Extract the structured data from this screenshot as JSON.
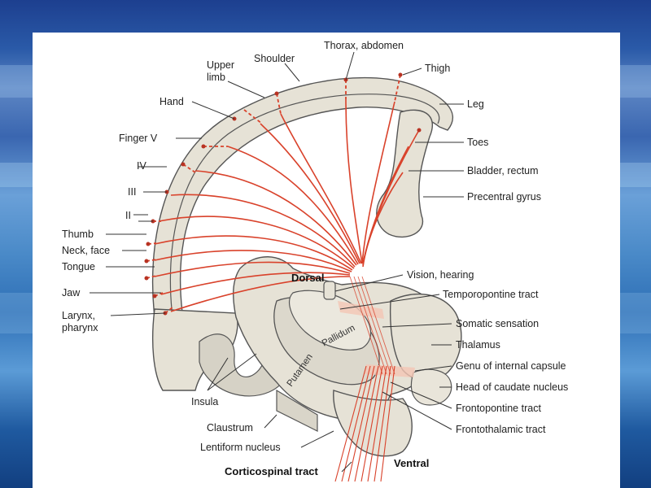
{
  "labels_left": {
    "hand": "Hand",
    "upper_limb": [
      "Upper",
      "limb"
    ],
    "shoulder": "Shoulder",
    "finger_v": "Finger V",
    "iv": "IV",
    "iii": "III",
    "ii": "II",
    "thumb": "Thumb",
    "neck_face": "Neck, face",
    "tongue": "Tongue",
    "jaw": "Jaw",
    "larynx_pharynx": [
      "Larynx,",
      "pharynx"
    ]
  },
  "labels_top": {
    "thorax_abdomen": "Thorax, abdomen",
    "thigh": "Thigh"
  },
  "labels_right": {
    "leg": "Leg",
    "toes": "Toes",
    "bladder_rectum": "Bladder, rectum",
    "precentral_gyrus": "Precentral gyrus",
    "vision_hearing": "Vision, hearing",
    "temporopontine_tract": "Temporopontine tract",
    "somatic_sensation": "Somatic sensation",
    "thalamus": "Thalamus",
    "genu_internal_capsule": "Genu of internal capsule",
    "head_caudate_nucleus": "Head of caudate nucleus",
    "frontopontine_tract": "Frontopontine tract",
    "frontothalamic_tract": "Frontothalamic tract"
  },
  "labels_bottom": {
    "insula": "Insula",
    "claustrum": "Claustrum",
    "lentiform_nucleus": "Lentiform nucleus",
    "corticospinal_tract": "Corticospinal tract",
    "ventral": "Ventral"
  },
  "labels_inner": {
    "dorsal": "Dorsal",
    "pallidum": "Pallidum",
    "putamen": "Putamen"
  },
  "colors": {
    "fiber": "#d9422b",
    "tissue": "#e6e2d6",
    "background_top": "#1d3f8f"
  }
}
